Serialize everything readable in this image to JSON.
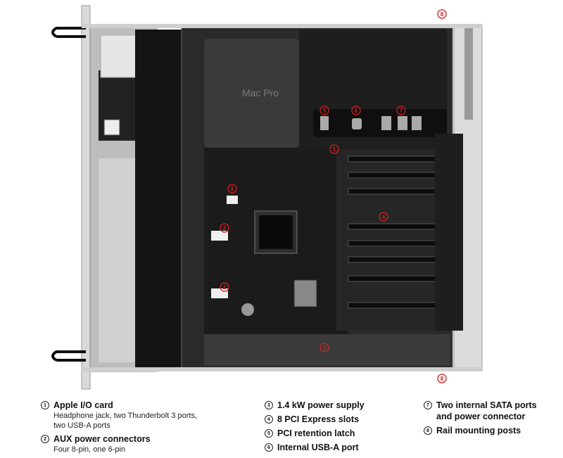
{
  "diagram": {
    "brand_text": "Mac Pro",
    "logo_icon": "apple-logo"
  },
  "callouts": [
    {
      "num": "1"
    },
    {
      "num": "2"
    },
    {
      "num": "3"
    },
    {
      "num": "4"
    },
    {
      "num": "5"
    },
    {
      "num": "6"
    },
    {
      "num": "7"
    },
    {
      "num": "8"
    }
  ],
  "legend": {
    "col1": [
      {
        "num": "1",
        "title": "Apple I/O card",
        "desc": [
          "Headphone jack, two Thunderbolt 3 ports,",
          "two USB-A ports"
        ]
      },
      {
        "num": "2",
        "title": "AUX power connectors",
        "desc": [
          "Four 8-pin, one 6-pin"
        ]
      }
    ],
    "col2": [
      {
        "num": "3",
        "title": "1.4 kW power supply"
      },
      {
        "num": "4",
        "title": "8 PCI Express slots"
      },
      {
        "num": "5",
        "title": "PCI retention latch"
      },
      {
        "num": "6",
        "title": "Internal USB-A port"
      }
    ],
    "col3": [
      {
        "num": "7",
        "title": "Two internal SATA ports",
        "desc2": "and power connector"
      },
      {
        "num": "8",
        "title": "Rail mounting posts"
      }
    ]
  },
  "colors": {
    "callout": "#d11f1f",
    "board": "#1b1b1b",
    "chassis": "#c9c9c9"
  }
}
